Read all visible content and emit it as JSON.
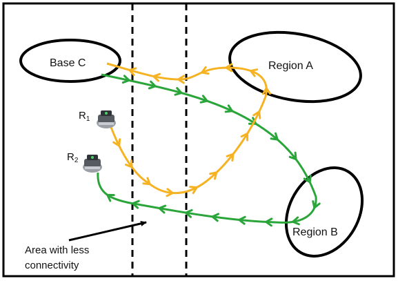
{
  "labels": {
    "base_c": "Base C",
    "region_a": "Region A",
    "region_b": "Region B",
    "area_note_line1": "Area with less",
    "area_note_line2": "connectivity",
    "r1": "R",
    "r1_sub": "1",
    "r2": "R",
    "r2_sub": "2"
  },
  "colors": {
    "border": "#000000",
    "ellipse": "#000000",
    "green_path": "#2aa53a",
    "yellow_path": "#f5b324",
    "text": "#111111"
  },
  "icons": {
    "robot": "robot-icon",
    "arrow": "pointer-arrow-icon"
  }
}
